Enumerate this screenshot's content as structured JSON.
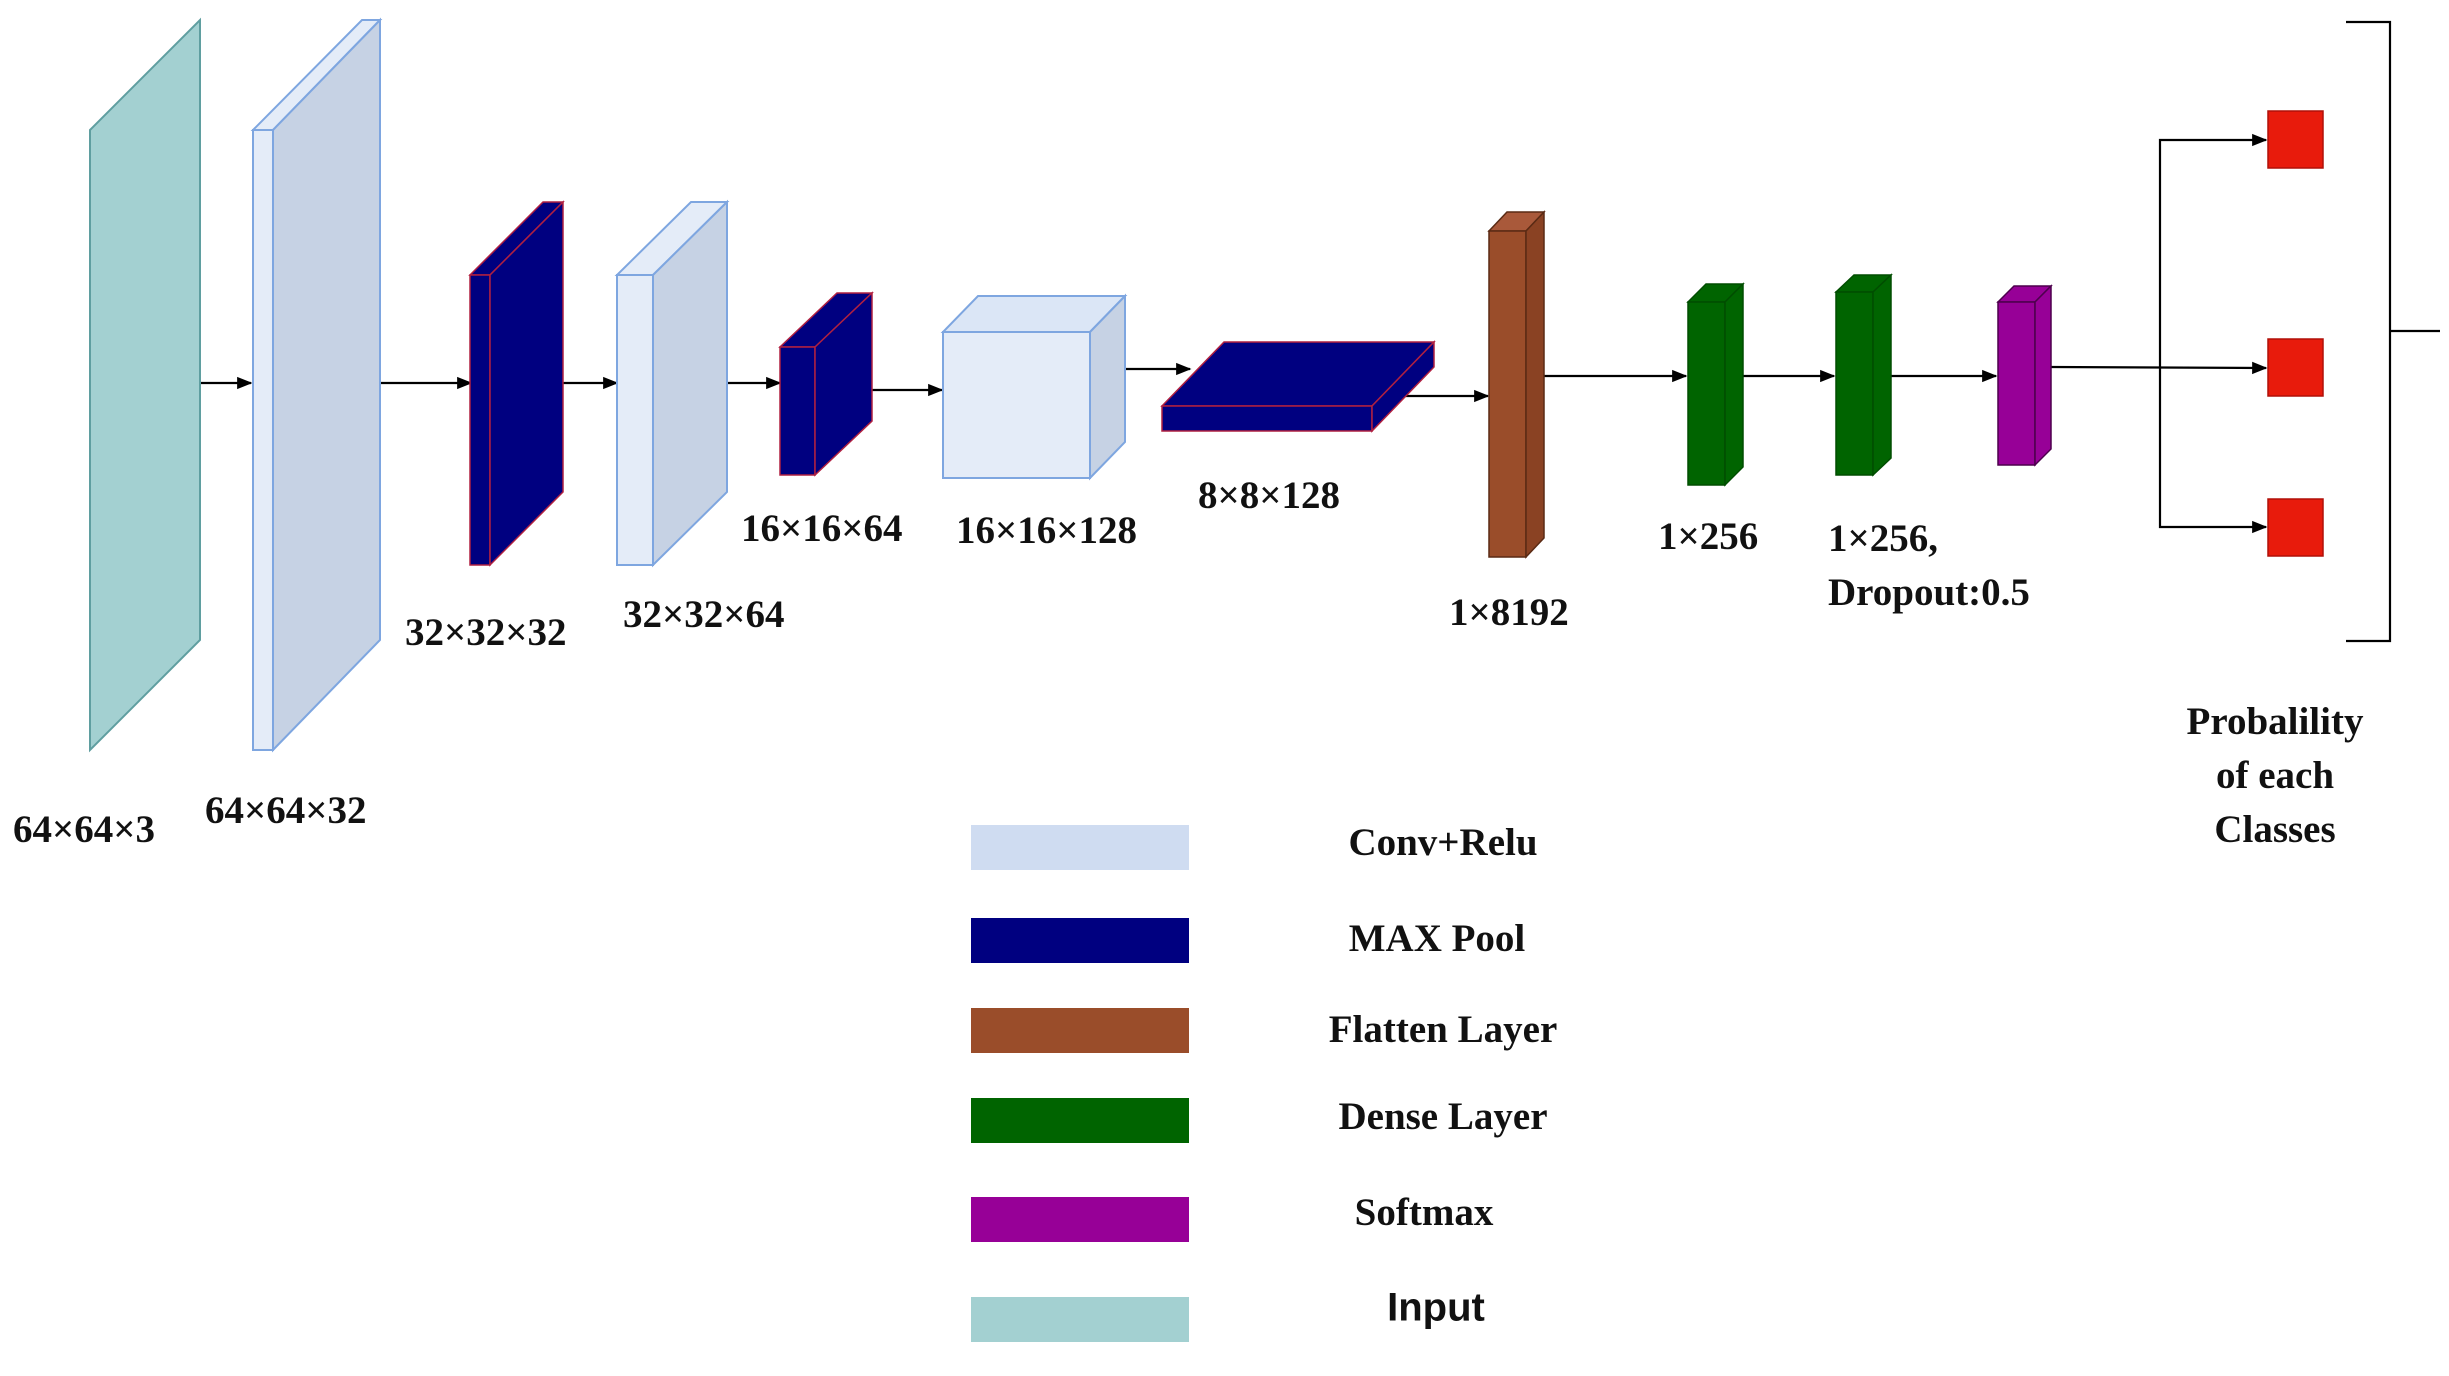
{
  "colors": {
    "conv": "#cfdcf1",
    "maxpool": "#000080",
    "flatten": "#9a4d2a",
    "dense": "#006400",
    "softmax": "#970097",
    "input": "#a3d0d1",
    "output": "#e81b0c"
  },
  "layers": [
    {
      "id": "input",
      "type": "input",
      "label": "64×64×3"
    },
    {
      "id": "conv1",
      "type": "conv",
      "label": "64×64×32"
    },
    {
      "id": "pool1",
      "type": "maxpool",
      "label": "32×32×32"
    },
    {
      "id": "conv2",
      "type": "conv",
      "label": "32×32×64"
    },
    {
      "id": "pool2",
      "type": "maxpool",
      "label": "16×16×64"
    },
    {
      "id": "conv3",
      "type": "conv",
      "label": "16×16×128"
    },
    {
      "id": "pool3",
      "type": "maxpool",
      "label": "8×8×128"
    },
    {
      "id": "flatten",
      "type": "flatten",
      "label": "1×8192"
    },
    {
      "id": "dense1",
      "type": "dense",
      "label": "1×256"
    },
    {
      "id": "dense2",
      "type": "dense",
      "label_line1": "1×256,",
      "label_line2": "Dropout:0.5"
    },
    {
      "id": "softmax",
      "type": "softmax",
      "label": ""
    }
  ],
  "output": {
    "label_line1": "Probalility",
    "label_line2": "of each",
    "label_line3": "Classes",
    "class_count": 3
  },
  "legend": [
    {
      "type": "conv",
      "label": "Conv+Relu"
    },
    {
      "type": "maxpool",
      "label": "MAX Pool"
    },
    {
      "type": "flatten",
      "label": "Flatten Layer"
    },
    {
      "type": "dense",
      "label": "Dense Layer"
    },
    {
      "type": "softmax",
      "label": "Softmax"
    },
    {
      "type": "input",
      "label": "Input"
    }
  ]
}
